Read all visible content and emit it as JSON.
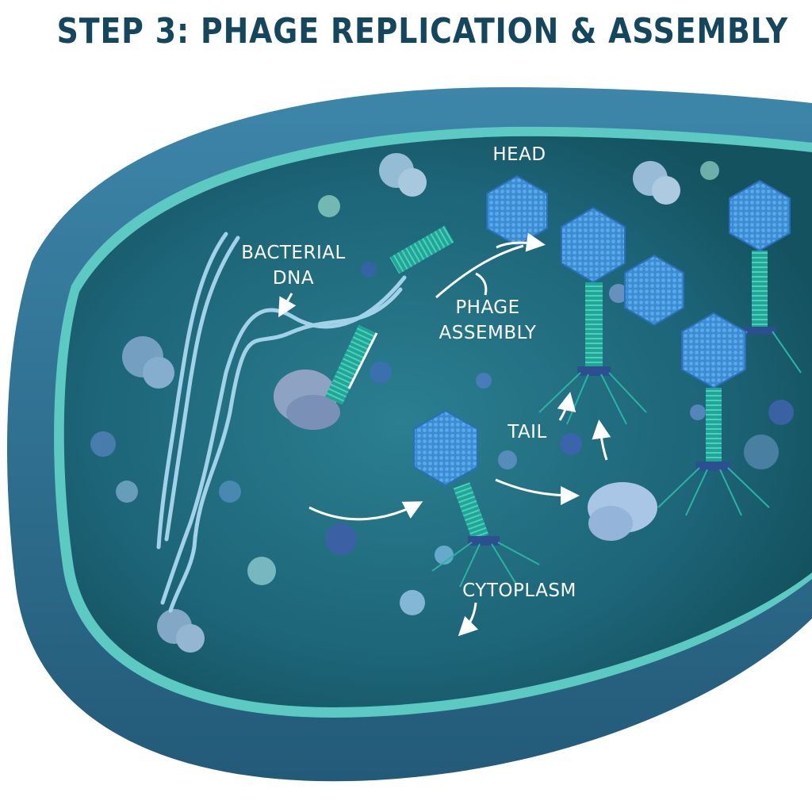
{
  "title": "STEP 3: PHAGE REPLICATION & ASSEMBLY",
  "labels": {
    "head": "HEAD",
    "bacterial_dna_line1": "BACTERIAL",
    "bacterial_dna_line2": "DNA",
    "phage_assembly_line1": "PHAGE",
    "phage_assembly_line2": "ASSEMBLY",
    "tail": "TAIL",
    "cytoplasm": "CYTOPLASM"
  },
  "colors": {
    "title": "#14465e",
    "cell_wall": "#2e6f91",
    "membrane_rim": "#5cc9c2",
    "cytoplasm": "#1d6478",
    "dna": "#a8d8f0",
    "phage_head": "#3f8fd6",
    "phage_tail": "#2bb3a3",
    "arrows": "#ffffff"
  }
}
